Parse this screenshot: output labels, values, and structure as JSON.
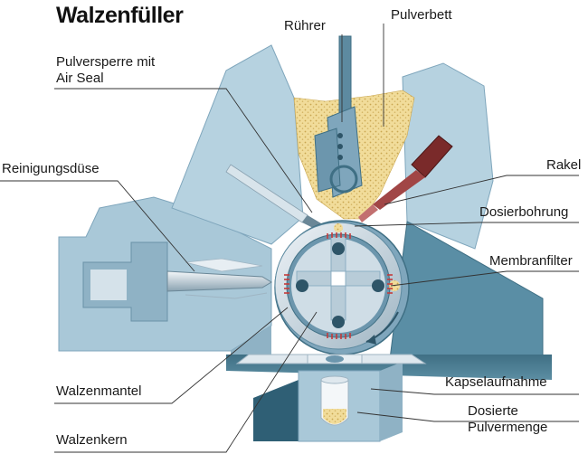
{
  "title": "Walzenfüller",
  "labels": {
    "ruehrer": "Rührer",
    "pulverbett": "Pulverbett",
    "pulversperre_line1": "Pulversperre mit",
    "pulversperre_line2": "Air Seal",
    "reinigungsduese": "Reinigungsdüse",
    "rakel": "Rakel",
    "dosierbohrung": "Dosierbohrung",
    "membranfilter": "Membranfilter",
    "walzenmantel": "Walzenmantel",
    "kapselaufnahme": "Kapselaufnahme",
    "dosierte_line1": "Dosierte",
    "dosierte_line2": "Pulvermenge",
    "walzenkern": "Walzenkern"
  },
  "colors": {
    "housing": "#a9c8d8",
    "housing_dark": "#7fa6bc",
    "powder": "#f1dc9a",
    "roller": "#d9e4ec",
    "filter": "#c43a3a",
    "rakel": "#7a2a2a"
  }
}
